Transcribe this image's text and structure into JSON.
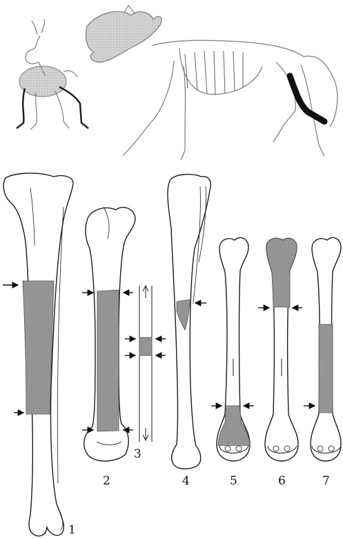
{
  "figure": {
    "bone_labels": [
      "1",
      "2",
      "3",
      "4",
      "5",
      "6",
      "7"
    ]
  },
  "colors": {
    "ink": "#1a1a1a",
    "shade": "#8a8a8a",
    "shade_light": "#b8b8b8",
    "skeleton_ink": "#7a7a7a",
    "bite_mark": "#111111"
  }
}
